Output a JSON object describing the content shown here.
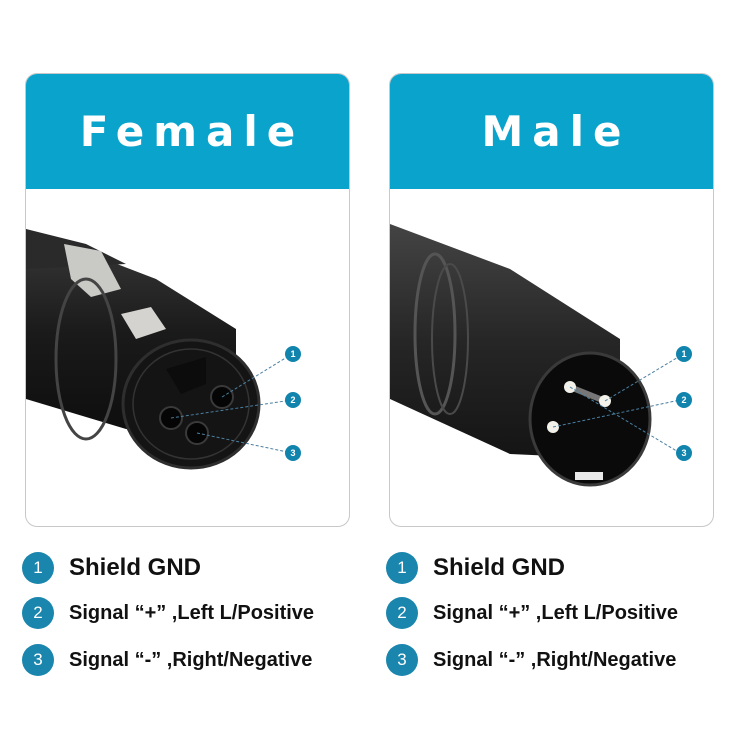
{
  "panels": [
    {
      "title": "Female",
      "pin_callouts": [
        "1",
        "2",
        "3"
      ]
    },
    {
      "title": "Male",
      "pin_callouts": [
        "1",
        "2",
        "3"
      ]
    }
  ],
  "legends": [
    {
      "items": [
        {
          "num": "1",
          "label": "Shield GND"
        },
        {
          "num": "2",
          "label": "Signal “+” ,Left L/Positive"
        },
        {
          "num": "3",
          "label": "Signal “-” ,Right/Negative"
        }
      ]
    },
    {
      "items": [
        {
          "num": "1",
          "label": "Shield GND"
        },
        {
          "num": "2",
          "label": "Signal “+” ,Left L/Positive"
        },
        {
          "num": "3",
          "label": "Signal “-” ,Right/Negative"
        }
      ]
    }
  ],
  "colors": {
    "header": "#0aa3cc",
    "badge": "#1a85ad",
    "connector": "#1c1c1c"
  }
}
